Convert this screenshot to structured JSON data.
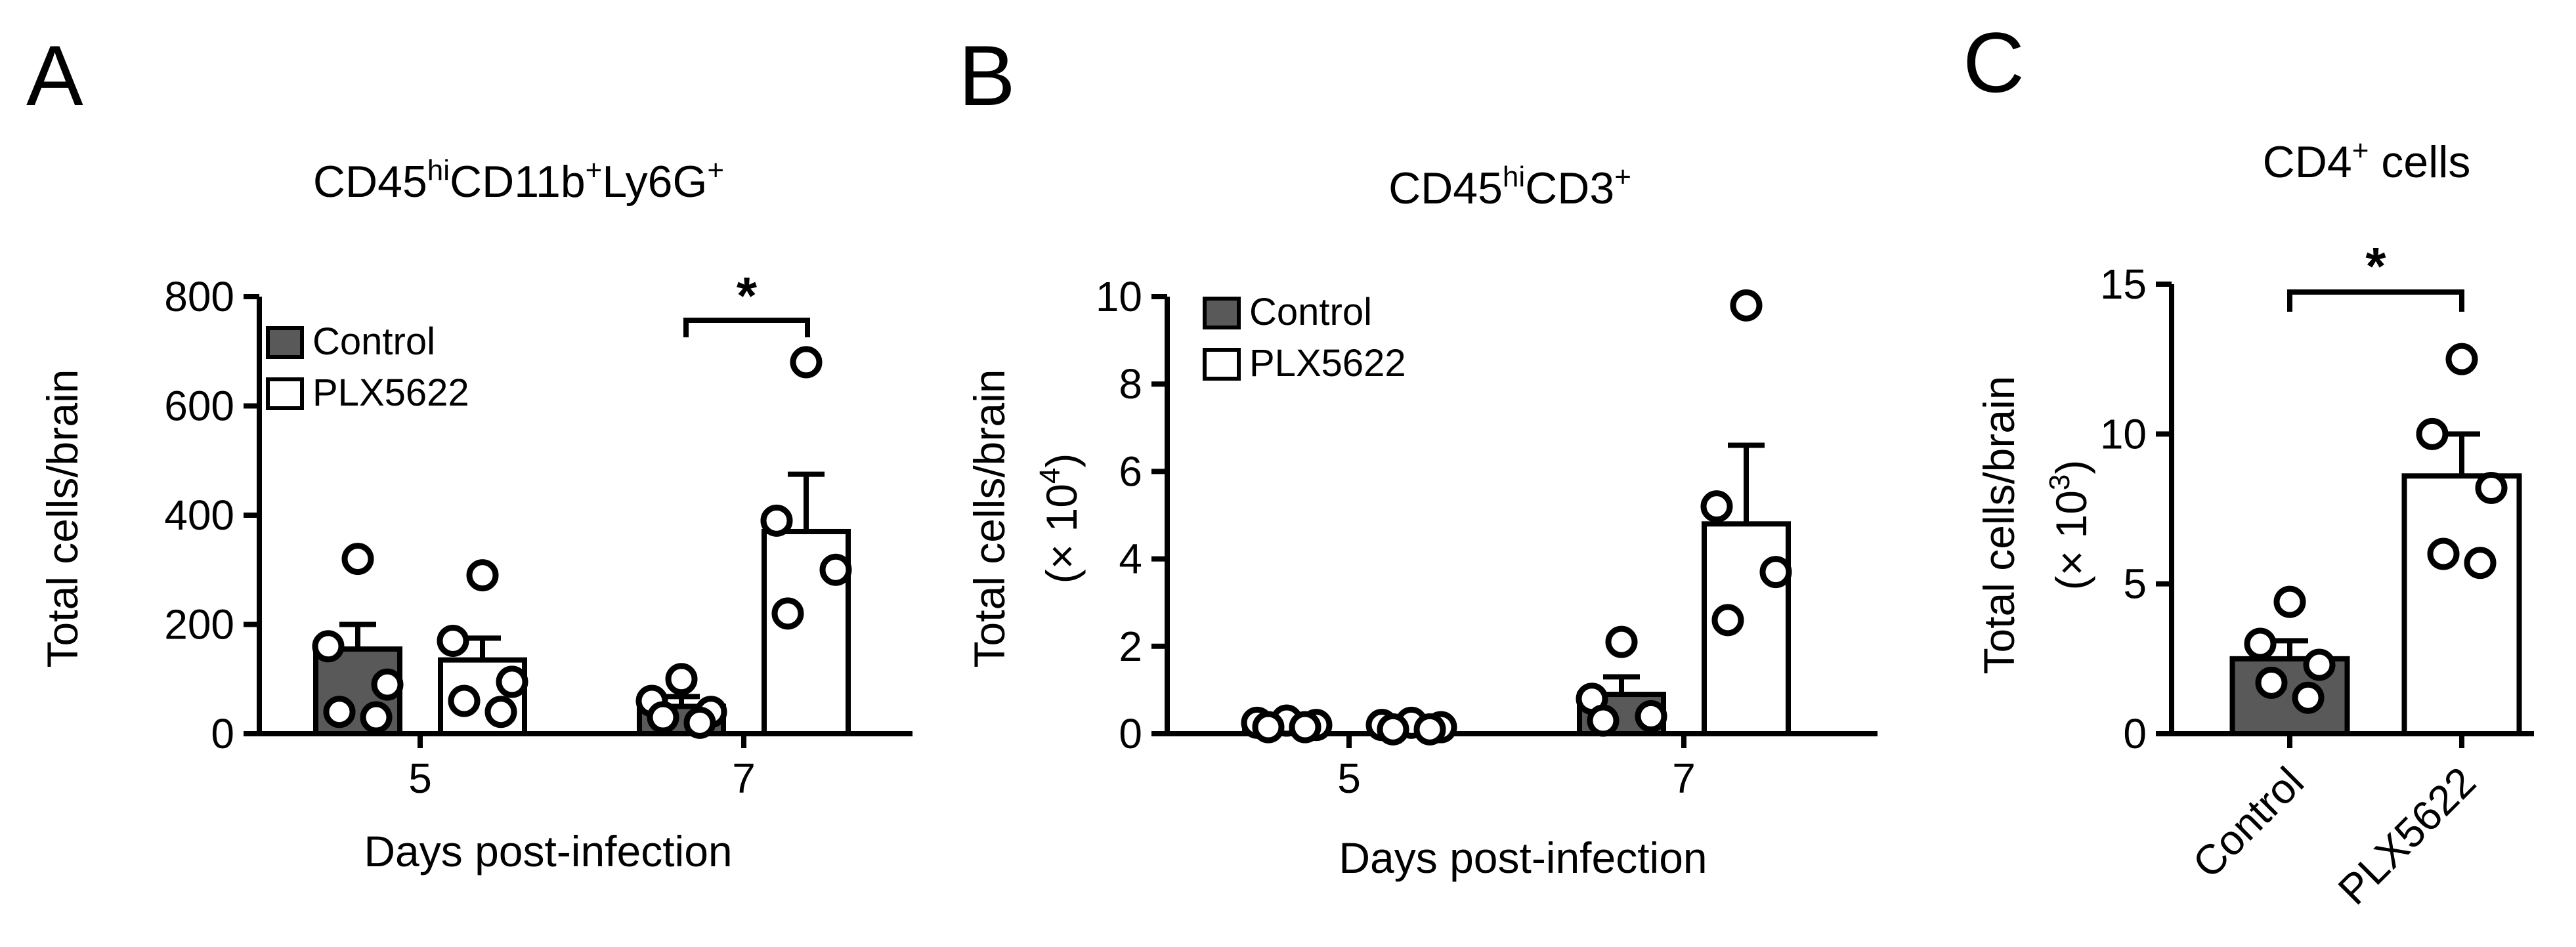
{
  "panels": [
    {
      "letter": "A",
      "title": {
        "base1": "CD45",
        "sup1": "hi",
        "base2": "CD11b",
        "sup2": "+",
        "base3": "Ly6G",
        "sup3": "+"
      },
      "ylabel": "Total cells/brain",
      "xlabel": "Days post-infection"
    },
    {
      "letter": "B",
      "title": {
        "base1": "CD45",
        "sup1": "hi",
        "base2": "CD3",
        "sup2": "+"
      },
      "ylabel": "Total cells/brain",
      "ylabel2": {
        "pre": "(× 10",
        "sup": "4",
        "post": ")"
      },
      "xlabel": "Days post-infection"
    },
    {
      "letter": "C",
      "title": {
        "base1": "CD4",
        "sup1": "+",
        "post": " cells"
      },
      "ylabel": "Total cells/brain",
      "ylabel2": {
        "pre": "(× 10",
        "sup": "3",
        "post": ")"
      }
    }
  ],
  "legend": {
    "control": "Control",
    "plx": "PLX5622"
  },
  "significance": "*",
  "colors": {
    "control": "#595959",
    "plx": "#ffffff",
    "stroke": "#000000"
  },
  "chart_data": [
    {
      "type": "bar",
      "categories": [
        "5",
        "7"
      ],
      "ylim": [
        0,
        800
      ],
      "yticks": [
        0,
        200,
        400,
        600,
        800
      ],
      "series": [
        {
          "name": "Control",
          "values": [
            155,
            50
          ],
          "sem": [
            45,
            18
          ],
          "points": [
            [
              320,
              160,
              90,
              40,
              30
            ],
            [
              100,
              60,
              40,
              30,
              20
            ]
          ]
        },
        {
          "name": "PLX5622",
          "values": [
            135,
            370
          ],
          "sem": [
            40,
            105
          ],
          "points": [
            [
              290,
              170,
              95,
              60,
              40
            ],
            [
              680,
              390,
              300,
              220
            ]
          ]
        }
      ],
      "grid": false,
      "legend_position": "top-left"
    },
    {
      "type": "bar",
      "categories": [
        "5",
        "7"
      ],
      "ylim": [
        0,
        10
      ],
      "yticks": [
        0,
        2,
        4,
        6,
        8,
        10
      ],
      "series": [
        {
          "name": "Control",
          "values": [
            0.2,
            0.9
          ],
          "sem": [
            0.05,
            0.4
          ],
          "points": [
            [
              0.3,
              0.25,
              0.2,
              0.15,
              0.15
            ],
            [
              2.1,
              0.8,
              0.4,
              0.3
            ]
          ]
        },
        {
          "name": "PLX5622",
          "values": [
            0.15,
            4.8
          ],
          "sem": [
            0.04,
            1.8
          ],
          "points": [
            [
              0.25,
              0.2,
              0.15,
              0.1,
              0.1
            ],
            [
              9.8,
              5.2,
              3.7,
              2.6
            ]
          ]
        }
      ],
      "grid": false,
      "legend_position": "top-left"
    },
    {
      "type": "bar",
      "categories": [
        "Control",
        "PLX5622"
      ],
      "ylim": [
        0,
        15
      ],
      "yticks": [
        0,
        5,
        10,
        15
      ],
      "values": [
        2.5,
        8.6
      ],
      "sem": [
        0.6,
        1.4
      ],
      "points": [
        [
          4.4,
          3.0,
          2.3,
          1.7,
          1.2
        ],
        [
          12.5,
          10.0,
          8.2,
          6.0,
          5.7
        ]
      ],
      "grid": false
    }
  ]
}
